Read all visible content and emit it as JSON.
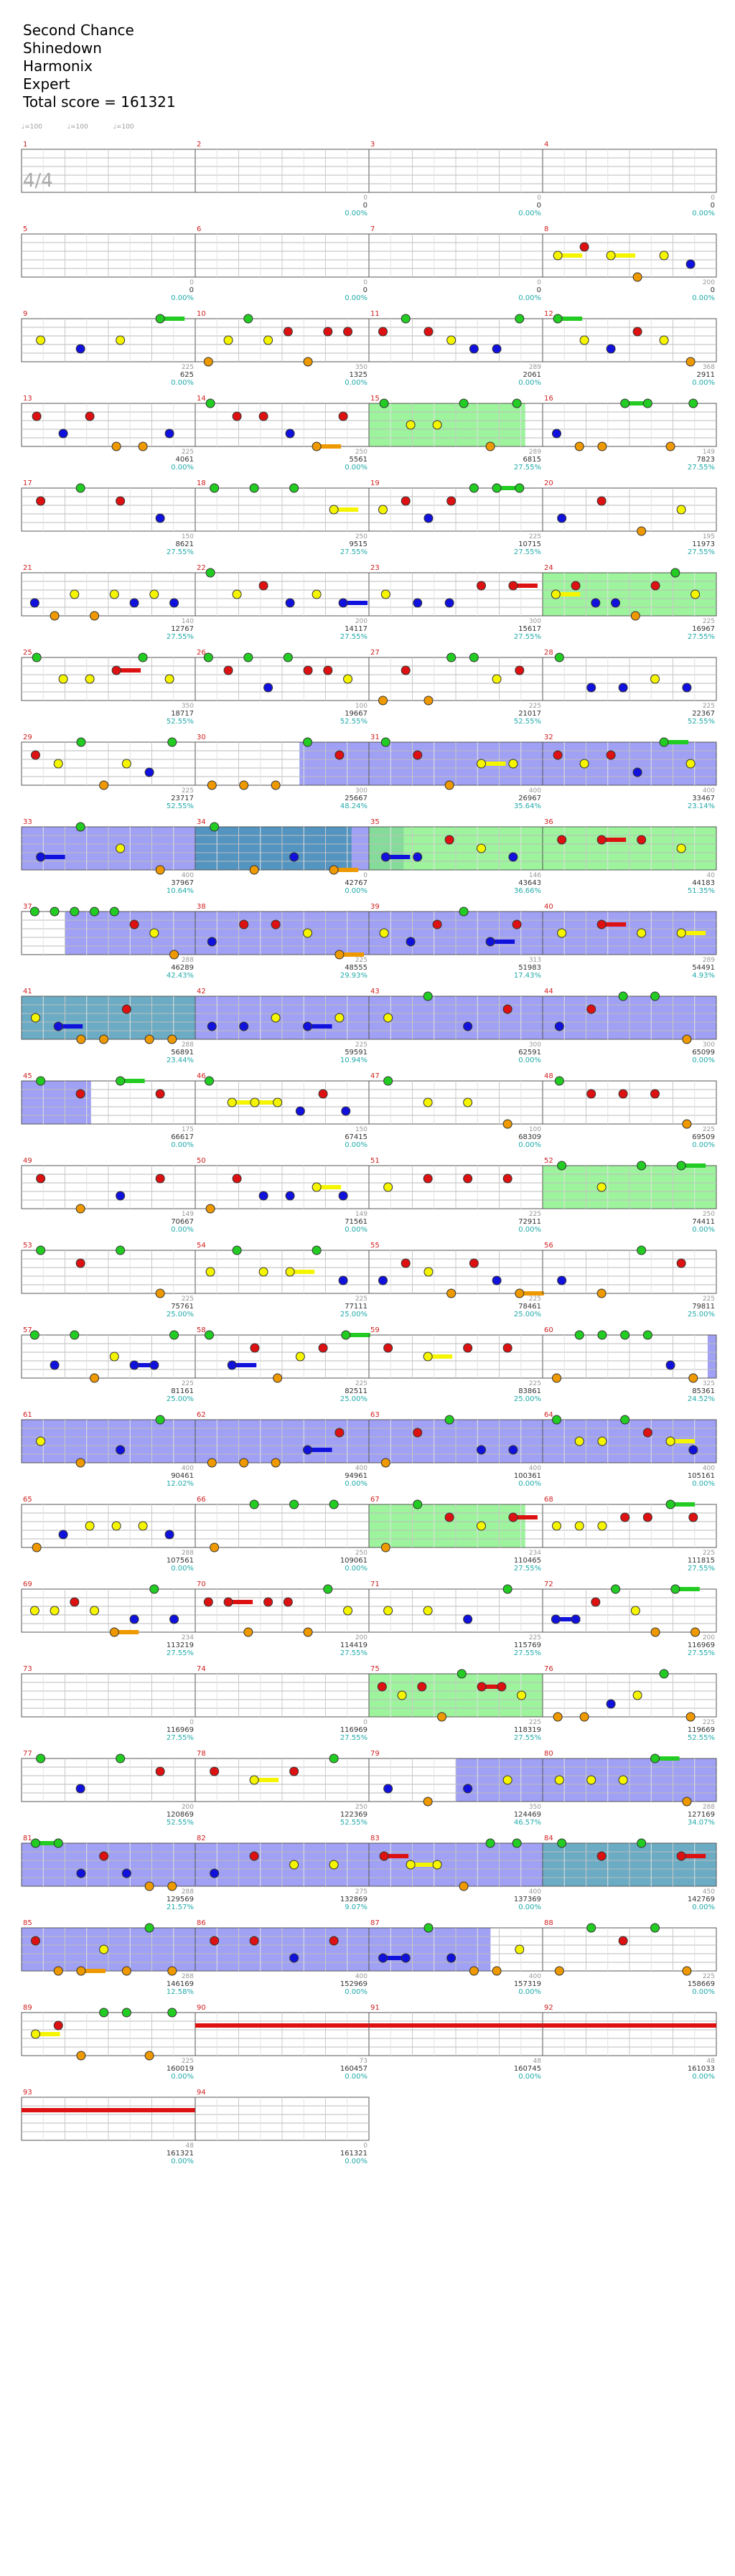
{
  "song": {
    "title": "Second Chance",
    "artist": "Shinedown",
    "source": "Harmonix",
    "difficulty": "Expert",
    "total_score_text": "Total score = 161321"
  },
  "tempo_markers": [
    "♩=100",
    "♩=100",
    "♩=100"
  ],
  "time_signature": "4/4",
  "colors": {
    "green": "#22cc22",
    "red": "#dd1111",
    "yellow": "#f5f500",
    "blue": "#1111dd",
    "orange": "#ee9900",
    "star_power": "#7cf07c",
    "overdrive_blue": "#8080f0",
    "overdrive_teal": "#3a90b0",
    "score_text": "#333333",
    "percent_text": "#22aaaa",
    "measure_number": "#d02020"
  },
  "measures": [
    {
      "n": "1",
      "score": "",
      "pct": "",
      "end": ""
    },
    {
      "n": "2",
      "score": "0",
      "pct": "0.00%",
      "end": "0"
    },
    {
      "n": "3",
      "score": "0",
      "pct": "0.00%",
      "end": "0"
    },
    {
      "n": "4",
      "score": "0",
      "pct": "0.00%",
      "end": "0"
    },
    {
      "n": "5",
      "score": "0",
      "pct": "0.00%",
      "end": "0"
    },
    {
      "n": "6",
      "score": "0",
      "pct": "0.00%",
      "end": "0"
    },
    {
      "n": "7",
      "score": "0",
      "pct": "0.00%",
      "end": "0"
    },
    {
      "n": "8",
      "score": "0",
      "pct": "0.00%",
      "end": "200"
    },
    {
      "n": "9",
      "score": "625",
      "pct": "0.00%",
      "end": "225"
    },
    {
      "n": "10",
      "score": "1325",
      "pct": "0.00%",
      "end": "350"
    },
    {
      "n": "11",
      "score": "2061",
      "pct": "0.00%",
      "end": "289"
    },
    {
      "n": "12",
      "score": "2911",
      "pct": "0.00%",
      "end": "368"
    },
    {
      "n": "13",
      "score": "4061",
      "pct": "0.00%",
      "end": "225"
    },
    {
      "n": "14",
      "score": "5561",
      "pct": "0.00%",
      "end": "250"
    },
    {
      "n": "15",
      "score": "6815",
      "pct": "27.55%",
      "end": "289"
    },
    {
      "n": "16",
      "score": "7823",
      "pct": "27.55%",
      "end": "149"
    },
    {
      "n": "17",
      "score": "8621",
      "pct": "27.55%",
      "end": "150"
    },
    {
      "n": "18",
      "score": "9515",
      "pct": "27.55%",
      "end": "250"
    },
    {
      "n": "19",
      "score": "10715",
      "pct": "27.55%",
      "end": "225"
    },
    {
      "n": "20",
      "score": "11973",
      "pct": "27.55%",
      "end": "195"
    },
    {
      "n": "21",
      "score": "12767",
      "pct": "27.55%",
      "end": "140"
    },
    {
      "n": "22",
      "score": "14117",
      "pct": "27.55%",
      "end": "200"
    },
    {
      "n": "23",
      "score": "15617",
      "pct": "27.55%",
      "end": "300"
    },
    {
      "n": "24",
      "score": "16967",
      "pct": "27.55%",
      "end": "225"
    },
    {
      "n": "25",
      "score": "18717",
      "pct": "52.55%",
      "end": "350"
    },
    {
      "n": "26",
      "score": "19667",
      "pct": "52.55%",
      "end": "100"
    },
    {
      "n": "27",
      "score": "21017",
      "pct": "52.55%",
      "end": "225"
    },
    {
      "n": "28",
      "score": "22367",
      "pct": "52.55%",
      "end": "225"
    },
    {
      "n": "29",
      "score": "23717",
      "pct": "52.55%",
      "end": "225"
    },
    {
      "n": "30",
      "score": "25667",
      "pct": "48.24%",
      "end": "300"
    },
    {
      "n": "31",
      "score": "26967",
      "pct": "35.64%",
      "end": "400"
    },
    {
      "n": "32",
      "score": "33467",
      "pct": "23.14%",
      "end": "400"
    },
    {
      "n": "33",
      "score": "37967",
      "pct": "10.64%",
      "end": "400"
    },
    {
      "n": "34",
      "score": "42767",
      "pct": "0.00%",
      "end": "0"
    },
    {
      "n": "35",
      "score": "43643",
      "pct": "36.66%",
      "end": "146"
    },
    {
      "n": "36",
      "score": "44183",
      "pct": "51.35%",
      "end": "40"
    },
    {
      "n": "37",
      "score": "46289",
      "pct": "42.43%",
      "end": "288"
    },
    {
      "n": "38",
      "score": "48555",
      "pct": "29.93%",
      "end": "225"
    },
    {
      "n": "39",
      "score": "51983",
      "pct": "17.43%",
      "end": "313"
    },
    {
      "n": "40",
      "score": "54491",
      "pct": "4.93%",
      "end": "289"
    },
    {
      "n": "41",
      "score": "56891",
      "pct": "23.44%",
      "end": "288"
    },
    {
      "n": "42",
      "score": "59591",
      "pct": "10.94%",
      "end": "225"
    },
    {
      "n": "43",
      "score": "62591",
      "pct": "0.00%",
      "end": "300"
    },
    {
      "n": "44",
      "score": "65099",
      "pct": "0.00%",
      "end": "300"
    },
    {
      "n": "45",
      "score": "66617",
      "pct": "0.00%",
      "end": "175"
    },
    {
      "n": "46",
      "score": "67415",
      "pct": "0.00%",
      "end": "150"
    },
    {
      "n": "47",
      "score": "68309",
      "pct": "0.00%",
      "end": "100"
    },
    {
      "n": "48",
      "score": "69509",
      "pct": "0.00%",
      "end": "225"
    },
    {
      "n": "49",
      "score": "70667",
      "pct": "0.00%",
      "end": "149"
    },
    {
      "n": "50",
      "score": "71561",
      "pct": "0.00%",
      "end": "149"
    },
    {
      "n": "51",
      "score": "72911",
      "pct": "0.00%",
      "end": "225"
    },
    {
      "n": "52",
      "score": "74411",
      "pct": "0.00%",
      "end": "250"
    },
    {
      "n": "53",
      "score": "75761",
      "pct": "25.00%",
      "end": "225"
    },
    {
      "n": "54",
      "score": "77111",
      "pct": "25.00%",
      "end": "225"
    },
    {
      "n": "55",
      "score": "78461",
      "pct": "25.00%",
      "end": "225"
    },
    {
      "n": "56",
      "score": "79811",
      "pct": "25.00%",
      "end": "225"
    },
    {
      "n": "57",
      "score": "81161",
      "pct": "25.00%",
      "end": "225"
    },
    {
      "n": "58",
      "score": "82511",
      "pct": "25.00%",
      "end": "225"
    },
    {
      "n": "59",
      "score": "83861",
      "pct": "25.00%",
      "end": "225"
    },
    {
      "n": "60",
      "score": "85361",
      "pct": "24.52%",
      "end": "325"
    },
    {
      "n": "61",
      "score": "90461",
      "pct": "12.02%",
      "end": "400"
    },
    {
      "n": "62",
      "score": "94961",
      "pct": "0.00%",
      "end": "400"
    },
    {
      "n": "63",
      "score": "100361",
      "pct": "0.00%",
      "end": "400"
    },
    {
      "n": "64",
      "score": "105161",
      "pct": "0.00%",
      "end": "400"
    },
    {
      "n": "65",
      "score": "107561",
      "pct": "0.00%",
      "end": "288"
    },
    {
      "n": "66",
      "score": "109061",
      "pct": "0.00%",
      "end": "250"
    },
    {
      "n": "67",
      "score": "110465",
      "pct": "27.55%",
      "end": "234"
    },
    {
      "n": "68",
      "score": "111815",
      "pct": "27.55%",
      "end": "225"
    },
    {
      "n": "69",
      "score": "113219",
      "pct": "27.55%",
      "end": "234"
    },
    {
      "n": "70",
      "score": "114419",
      "pct": "27.55%",
      "end": "200"
    },
    {
      "n": "71",
      "score": "115769",
      "pct": "27.55%",
      "end": "225"
    },
    {
      "n": "72",
      "score": "116969",
      "pct": "27.55%",
      "end": "200"
    },
    {
      "n": "73",
      "score": "116969",
      "pct": "27.55%",
      "end": "0"
    },
    {
      "n": "74",
      "score": "116969",
      "pct": "27.55%",
      "end": "0"
    },
    {
      "n": "75",
      "score": "118319",
      "pct": "27.55%",
      "end": "225"
    },
    {
      "n": "76",
      "score": "119669",
      "pct": "52.55%",
      "end": "225"
    },
    {
      "n": "77",
      "score": "120869",
      "pct": "52.55%",
      "end": "200"
    },
    {
      "n": "78",
      "score": "122369",
      "pct": "52.55%",
      "end": "250"
    },
    {
      "n": "79",
      "score": "124469",
      "pct": "46.57%",
      "end": "350"
    },
    {
      "n": "80",
      "score": "127169",
      "pct": "34.07%",
      "end": "288"
    },
    {
      "n": "81",
      "score": "129569",
      "pct": "21.57%",
      "end": "288"
    },
    {
      "n": "82",
      "score": "132869",
      "pct": "9.07%",
      "end": "275"
    },
    {
      "n": "83",
      "score": "137369",
      "pct": "0.00%",
      "end": "400"
    },
    {
      "n": "84",
      "score": "142769",
      "pct": "0.00%",
      "end": "450"
    },
    {
      "n": "85",
      "score": "146169",
      "pct": "12.58%",
      "end": "288"
    },
    {
      "n": "86",
      "score": "152969",
      "pct": "0.00%",
      "end": "400"
    },
    {
      "n": "87",
      "score": "157319",
      "pct": "0.00%",
      "end": "400"
    },
    {
      "n": "88",
      "score": "158669",
      "pct": "0.00%",
      "end": "225"
    },
    {
      "n": "89",
      "score": "160019",
      "pct": "0.00%",
      "end": "225"
    },
    {
      "n": "90",
      "score": "160457",
      "pct": "0.00%",
      "end": "73"
    },
    {
      "n": "91",
      "score": "160745",
      "pct": "0.00%",
      "end": "48"
    },
    {
      "n": "92",
      "score": "161033",
      "pct": "0.00%",
      "end": "48"
    },
    {
      "n": "93",
      "score": "161321",
      "pct": "0.00%",
      "end": "48"
    },
    {
      "n": "94",
      "score": "161321",
      "pct": "0.00%",
      "end": "0"
    }
  ]
}
